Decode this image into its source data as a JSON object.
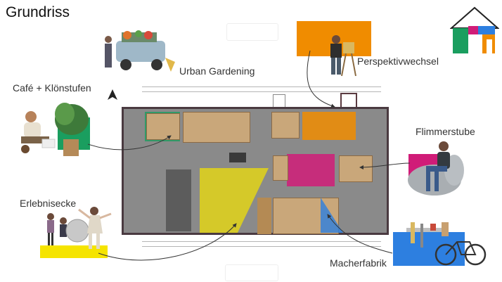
{
  "page": {
    "title": "Grundriss"
  },
  "zones": {
    "urban_gardening": "Urban Gardening",
    "cafe": "Café + Klönstufen",
    "perspektivwechsel": "Perspektivwechsel",
    "flimmerstube": "Flimmerstube",
    "erlebnisecke": "Erlebnisecke",
    "macherfabrik": "Macherfabrik"
  },
  "colors": {
    "green": "#1a9e5f",
    "orange": "#f08c00",
    "magenta": "#d01c78",
    "yellow": "#f5e400",
    "blue": "#2d7fe0",
    "plan_gray": "#8a8a8a",
    "room_wood": "#c9a77a"
  },
  "icons": {
    "logo": "house-logo-icon",
    "compass": "north-arrow-icon"
  }
}
